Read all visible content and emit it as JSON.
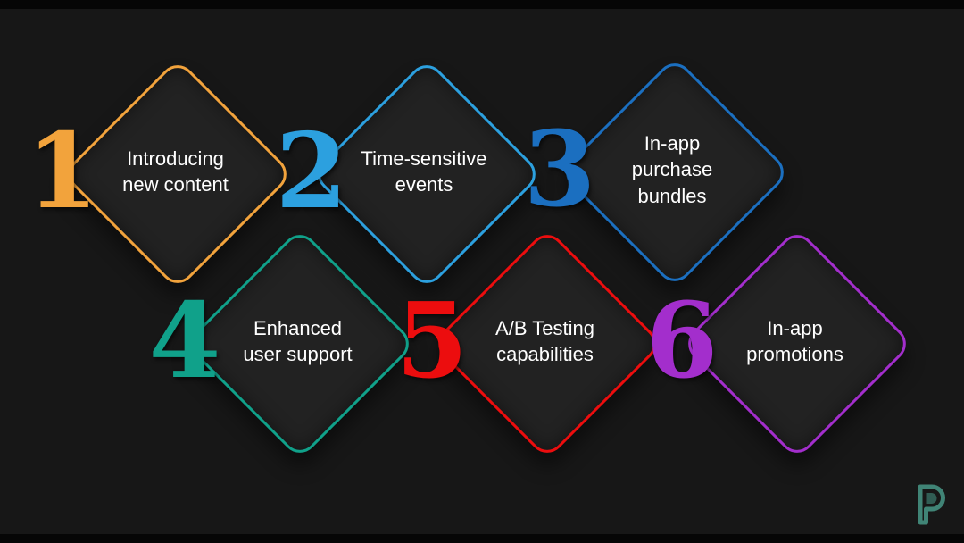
{
  "background": "#171717",
  "items": [
    {
      "number": "1",
      "label": "Introducing new content",
      "color": "#F2A33C"
    },
    {
      "number": "2",
      "label": "Time-sensitive events",
      "color": "#2CA0DF"
    },
    {
      "number": "3",
      "label": "In-app purchase bundles",
      "color": "#1B6FC0"
    },
    {
      "number": "4",
      "label": "Enhanced user support",
      "color": "#10A18A"
    },
    {
      "number": "5",
      "label": "A/B Testing capabilities",
      "color": "#EC0D0E"
    },
    {
      "number": "6",
      "label": "In-app promotions",
      "color": "#A32ECC"
    }
  ],
  "watermark": {
    "letter": "P",
    "color": "#4DA693"
  }
}
